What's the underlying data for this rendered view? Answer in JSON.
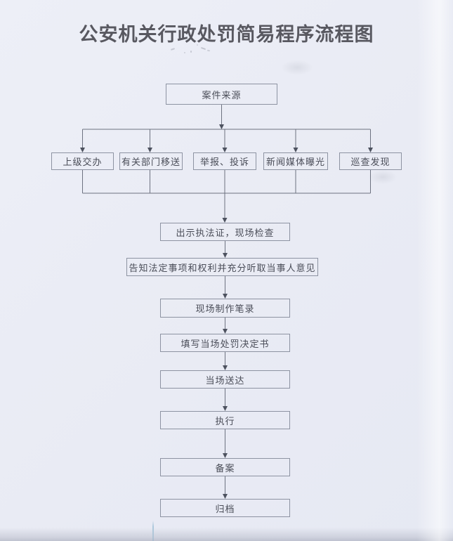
{
  "page": {
    "title": "公安机关行政处罚简易程序流程图"
  },
  "flowchart": {
    "source": {
      "label": "案件来源"
    },
    "branches": [
      {
        "label": "上级交办"
      },
      {
        "label": "有关部门移送"
      },
      {
        "label": "举报、投诉"
      },
      {
        "label": "新闻媒体曝光"
      },
      {
        "label": "巡查发现"
      }
    ],
    "steps": [
      {
        "label": "出示执法证，现场检查"
      },
      {
        "label": "告知法定事项和权利并充分听取当事人意见"
      },
      {
        "label": "现场制作笔录"
      },
      {
        "label": "填写当场处罚决定书"
      },
      {
        "label": "当场送达"
      },
      {
        "label": "执行"
      },
      {
        "label": "备案"
      },
      {
        "label": "归档"
      }
    ]
  }
}
